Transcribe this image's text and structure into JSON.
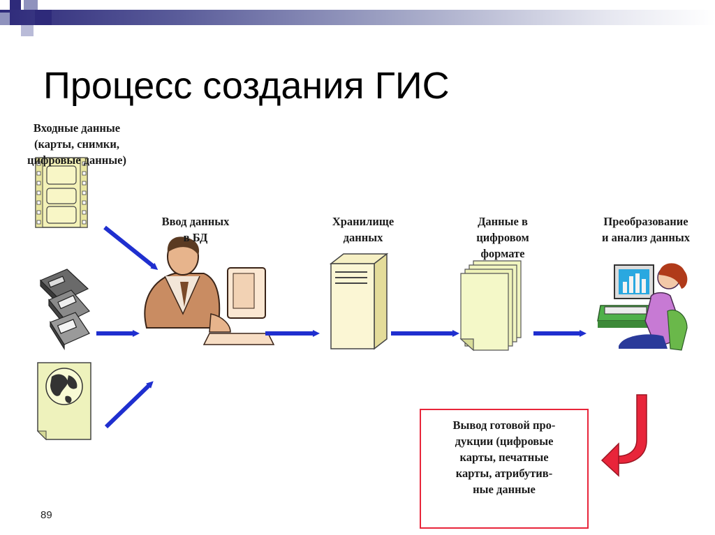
{
  "slide": {
    "title": "Процесс создания ГИС",
    "page_number": "89",
    "accent_color": "#2e2a7a",
    "arrow_color": "#1f2fcf",
    "return_arrow_color": "#e8253a"
  },
  "stages": {
    "input": {
      "lines": [
        "Входные данные",
        "(карты, снимки,",
        "цифровые данные)"
      ],
      "icons": [
        "film-strip-icon",
        "floppy-disks-icon",
        "globe-map-document-icon"
      ]
    },
    "db_entry": {
      "lines": [
        "Ввод данных",
        "в БД"
      ],
      "icon": "operator-at-computer-icon"
    },
    "storage": {
      "lines": [
        "Хранилище",
        "данных"
      ],
      "icon": "server-tower-icon"
    },
    "digital": {
      "lines": [
        "Данные в",
        "цифровом",
        "формате"
      ],
      "icon": "document-stack-icon"
    },
    "analysis": {
      "lines": [
        "Преобразование",
        "и анализ данных"
      ],
      "icon": "analyst-at-computer-icon"
    },
    "output": {
      "lines": [
        "Вывод готовой про-",
        "дукции (цифровые",
        "карты, печатные",
        "карты, атрибутив-",
        "ные данные"
      ]
    }
  }
}
